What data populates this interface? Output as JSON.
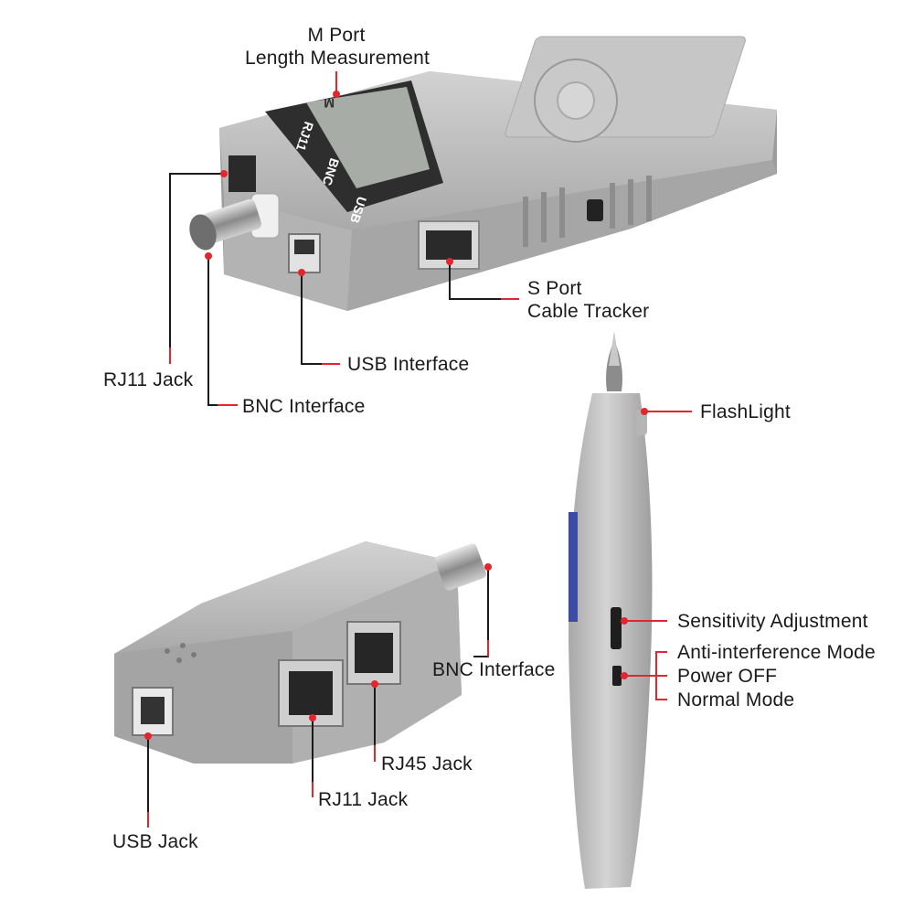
{
  "colors": {
    "accent": "#e3262e",
    "body": "#bfbfbf",
    "text": "#1a1a1a"
  },
  "device_print": {
    "screen_labels": {
      "usb": "USB",
      "bnc": "BNC",
      "rj11": "RJ11",
      "m": "M"
    }
  },
  "callouts": {
    "m_port": {
      "line1": "M Port",
      "line2": "Length Measurement"
    },
    "s_port": {
      "line1": "S Port",
      "line2": "Cable Tracker"
    },
    "rj11_top": "RJ11 Jack",
    "usb_interface": "USB Interface",
    "bnc_top": "BNC Interface",
    "flashlight": "FlashLight",
    "sensitivity": "Sensitivity Adjustment",
    "anti_interference": "Anti-interference Mode",
    "power_off": "Power OFF",
    "normal_mode": "Normal Mode",
    "bnc_bottom": "BNC Interface",
    "rj45_jack": "RJ45 Jack",
    "rj11_bottom": "RJ11 Jack",
    "usb_jack": "USB Jack"
  }
}
